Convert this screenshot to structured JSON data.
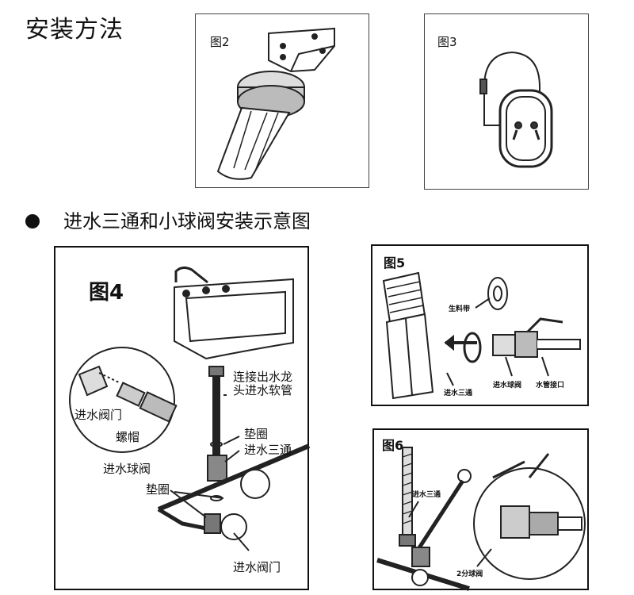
{
  "page": {
    "title": "安装方法",
    "section_title": "进水三通和小球阀安装示意图"
  },
  "fig2": {
    "label": "图2"
  },
  "fig3": {
    "label": "图3"
  },
  "fig4": {
    "label": "图4",
    "callouts": {
      "hose_line1": "连接出水龙",
      "hose_line2": "头进水软管",
      "gasket_top": "垫圈",
      "tee": "进水三通",
      "ball_valve": "进水球阀",
      "gasket_bottom": "垫圈",
      "inlet_valve_bottom": "进水阀门",
      "inlet_valve_inset": "进水阀门",
      "nut": "螺帽"
    }
  },
  "fig5": {
    "label": "图5",
    "callouts": {
      "tape": "生料带",
      "tee": "进水三通",
      "ball_valve": "进水球阀",
      "pipe_connector": "水管接口"
    }
  },
  "fig6": {
    "label": "图6",
    "callouts": {
      "tee": "进水三通",
      "valve": "2分球阀"
    }
  }
}
